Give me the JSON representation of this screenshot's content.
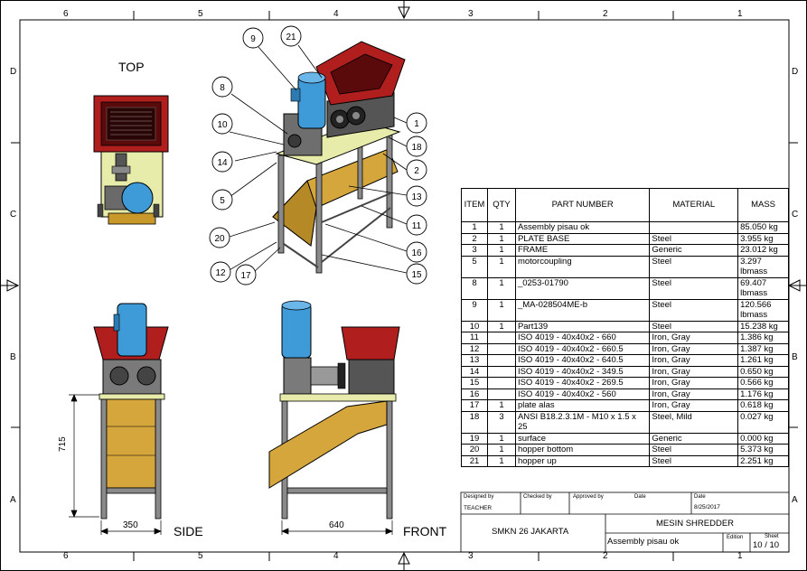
{
  "zones": {
    "columns": [
      "6",
      "5",
      "4",
      "3",
      "2",
      "1"
    ],
    "rows": [
      "D",
      "C",
      "B",
      "A"
    ]
  },
  "views": {
    "top": "TOP",
    "side": "SIDE",
    "front": "FRONT"
  },
  "dimensions": {
    "height": "715",
    "side_width": "350",
    "front_width": "640"
  },
  "callouts": [
    "9",
    "21",
    "8",
    "10",
    "14",
    "5",
    "20",
    "12",
    "17",
    "1",
    "18",
    "2",
    "13",
    "11",
    "16",
    "15"
  ],
  "bom": {
    "headers": [
      "ITEM",
      "QTY",
      "PART NUMBER",
      "MATERIAL",
      "MASS"
    ],
    "rows": [
      [
        "1",
        "1",
        "Assembly pisau ok",
        "",
        "85.050 kg"
      ],
      [
        "2",
        "1",
        "PLATE BASE",
        "Steel",
        "3.955 kg"
      ],
      [
        "3",
        "1",
        "FRAME",
        "Generic",
        "23.012 kg"
      ],
      [
        "5",
        "1",
        "motorcoupling",
        "Steel",
        "3.297 lbmass"
      ],
      [
        "8",
        "1",
        "_0253-01790",
        "Steel",
        "69.407 lbmass"
      ],
      [
        "9",
        "1",
        "_MA-028504ME-b",
        "Steel",
        "120.566 lbmass"
      ],
      [
        "10",
        "1",
        "Part139",
        "Steel",
        "15.238 kg"
      ],
      [
        "11",
        "",
        "ISO 4019 - 40x40x2 - 660",
        "Iron, Gray",
        "1.386 kg"
      ],
      [
        "12",
        "",
        "ISO 4019 - 40x40x2 - 660.5",
        "Iron, Gray",
        "1.387 kg"
      ],
      [
        "13",
        "",
        "ISO 4019 - 40x40x2 - 640.5",
        "Iron, Gray",
        "1.261 kg"
      ],
      [
        "14",
        "",
        "ISO 4019 - 40x40x2 - 349.5",
        "Iron, Gray",
        "0.650 kg"
      ],
      [
        "15",
        "",
        "ISO 4019 - 40x40x2 - 269.5",
        "Iron, Gray",
        "0.566 kg"
      ],
      [
        "16",
        "",
        "ISO 4019 - 40x40x2 - 560",
        "Iron, Gray",
        "1.176 kg"
      ],
      [
        "17",
        "1",
        "plate alas",
        "Iron, Gray",
        "0.618 kg"
      ],
      [
        "18",
        "3",
        "ANSI B18.2.3.1M - M10 x 1.5 x 25",
        "Steel, Mild",
        "0.027 kg"
      ],
      [
        "19",
        "1",
        "surface",
        "Generic",
        "0.000 kg"
      ],
      [
        "20",
        "1",
        "hopper bottom",
        "Steel",
        "5.373 kg"
      ],
      [
        "21",
        "1",
        "hopper up",
        "Steel",
        "2.251 kg"
      ]
    ]
  },
  "title_block": {
    "designed_by_label": "Designed by",
    "designed_by": "TEACHER",
    "checked_by_label": "Checked by",
    "approved_by_label": "Approved by",
    "date_label": "Date",
    "date2_label": "Date",
    "date2": "8/25/2017",
    "school": "SMKN 26 JAKARTA",
    "title": "MESIN SHREDDER",
    "subtitle": "Assembly pisau ok",
    "edition_label": "Edition",
    "sheet_label": "Sheet",
    "sheet": "10 / 10"
  },
  "colors": {
    "hopper": "#b01e1e",
    "motor": "#3f9ad8",
    "plate": "#e8ecaa",
    "chute": "#d4a63c",
    "steel": "#8a8a8a"
  }
}
